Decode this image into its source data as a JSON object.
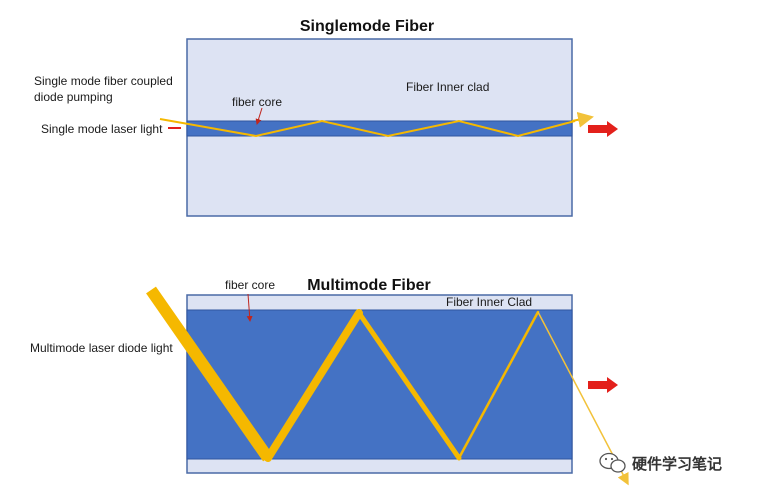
{
  "singlemode": {
    "title": "Singlemode Fiber",
    "label_coupled_line1": "Single mode fiber coupled",
    "label_coupled_line2": "diode pumping",
    "label_laser": "Single mode laser light",
    "label_core": "fiber core",
    "label_clad": "Fiber Inner clad"
  },
  "multimode": {
    "title": "Multimode Fiber",
    "label_core": "fiber core",
    "label_clad": "Fiber Inner Clad",
    "label_laser": "Multimode laser diode light"
  },
  "watermark": {
    "text": "硬件学习笔记",
    "icon": "wechat-icon"
  },
  "colors": {
    "clad": "#dde3f3",
    "clad_border": "#4a6aa6",
    "core": "#4472c4",
    "core_dark": "#2f559f",
    "beam": "#f5b800",
    "beam_thin": "#f2c23a",
    "arrow": "#e3201b"
  }
}
